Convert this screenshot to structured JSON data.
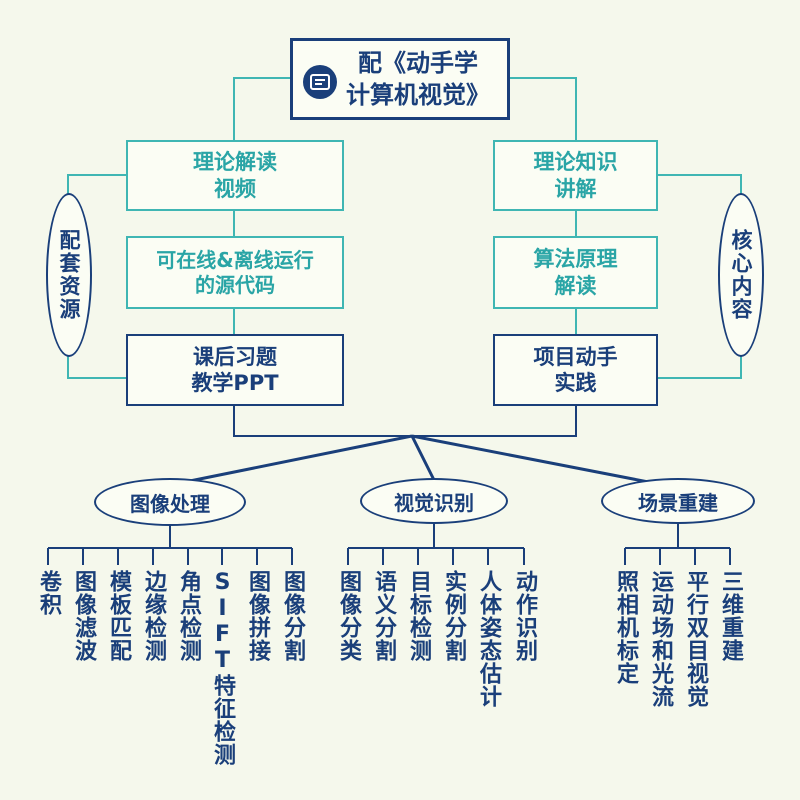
{
  "title": {
    "line1": "配《动手学",
    "line2": "计算机视觉》",
    "icon": "book-icon"
  },
  "left_group": {
    "label": "配套资源",
    "items": [
      "理论解读\n视频",
      "可在线&离线运行\n的源代码",
      "课后习题\n教学PPT"
    ]
  },
  "right_group": {
    "label": "核心内容",
    "items": [
      "理论知识\n讲解",
      "算法原理\n解读",
      "项目动手\n实践"
    ]
  },
  "categories": [
    {
      "label": "图像处理",
      "leaves": [
        "卷积",
        "图像滤波",
        "模板匹配",
        "边缘检测",
        "角点检测",
        "SIFT特征检测",
        "图像拼接",
        "图像分割"
      ]
    },
    {
      "label": "视觉识别",
      "leaves": [
        "图像分类",
        "语义分割",
        "目标检测",
        "实例分割",
        "人体姿态估计",
        "动作识别"
      ]
    },
    {
      "label": "场景重建",
      "leaves": [
        "照相机标定",
        "运动场和光流",
        "平行双目视觉",
        "三维重建"
      ]
    }
  ],
  "colors": {
    "navy": "#1a3f7a",
    "teal": "#3fb6b3",
    "background": "#f5f8ec"
  }
}
